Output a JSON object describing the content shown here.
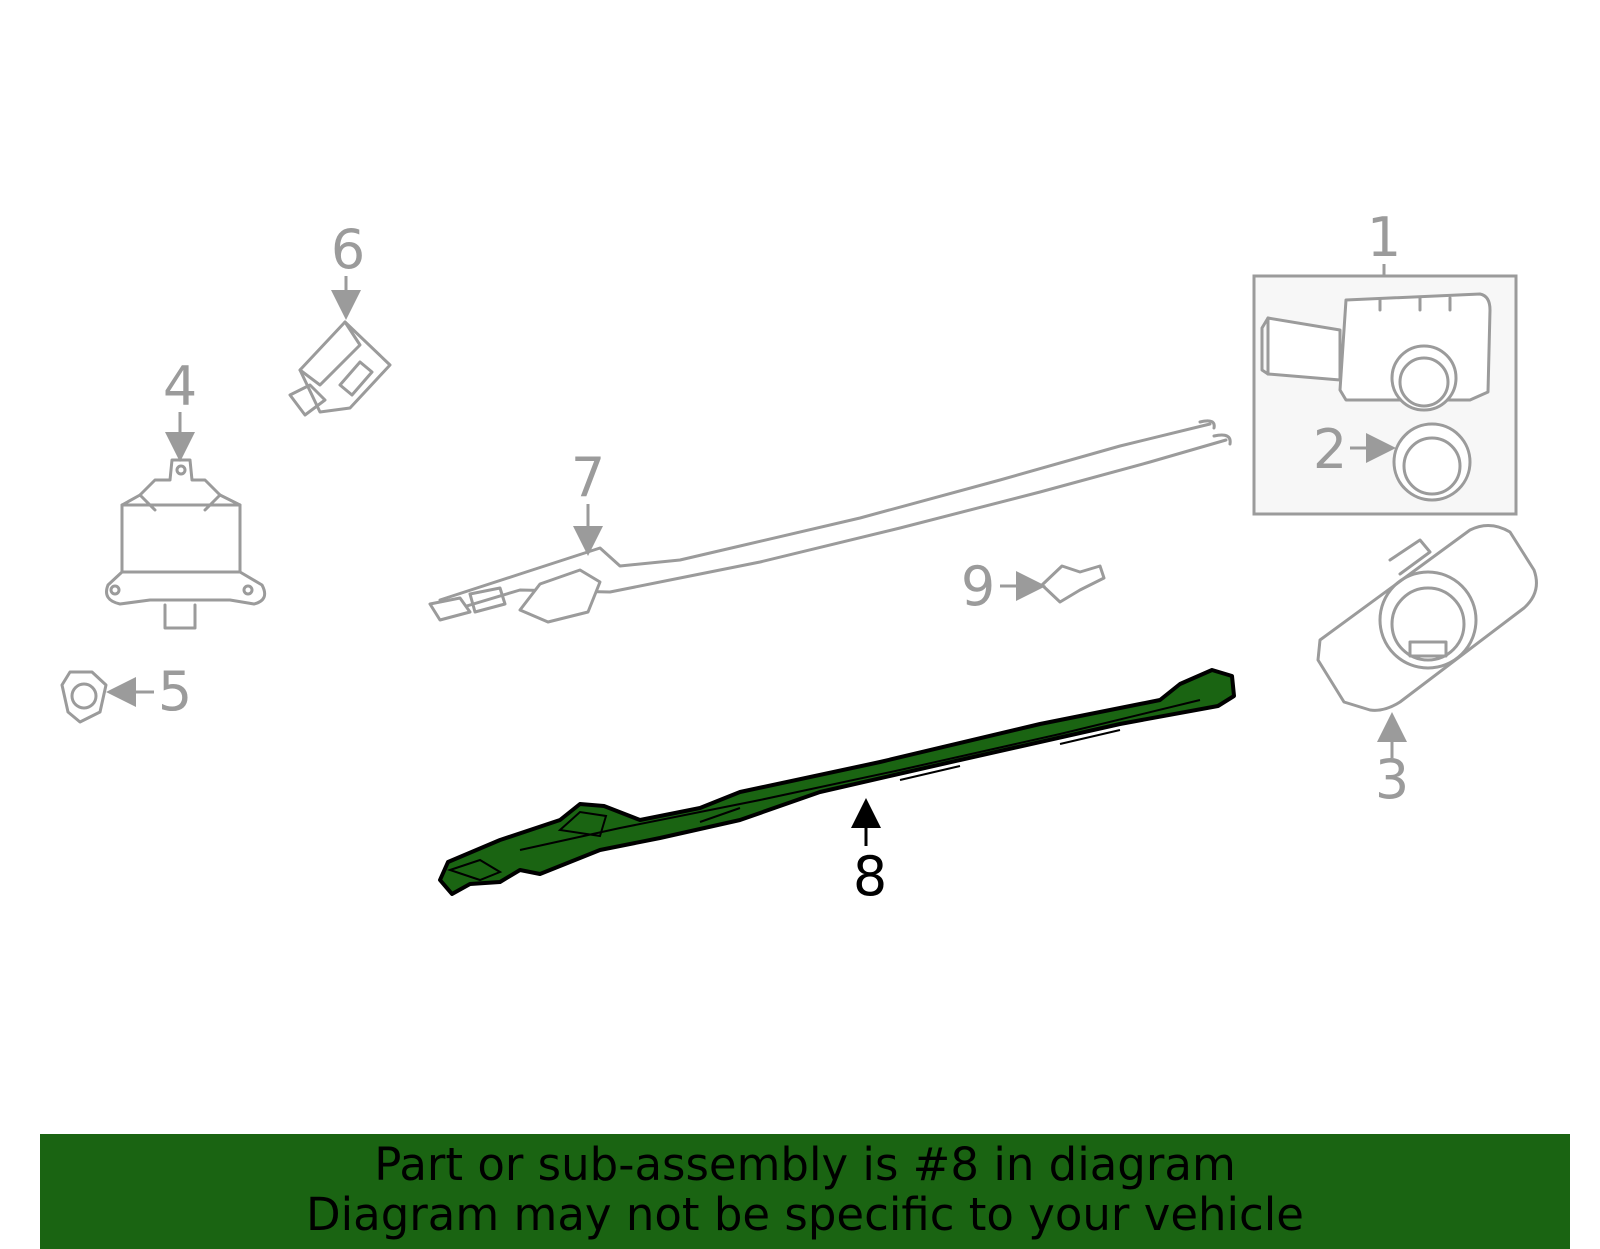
{
  "callouts": {
    "c1": "1",
    "c2": "2",
    "c3": "3",
    "c4": "4",
    "c5": "5",
    "c6": "6",
    "c7": "7",
    "c8": "8",
    "c9": "9"
  },
  "highlight_color": "#1a6412",
  "banner": {
    "line1": "Part or sub-assembly is #8 in diagram",
    "line2": "Diagram may not be specific to your vehicle"
  }
}
